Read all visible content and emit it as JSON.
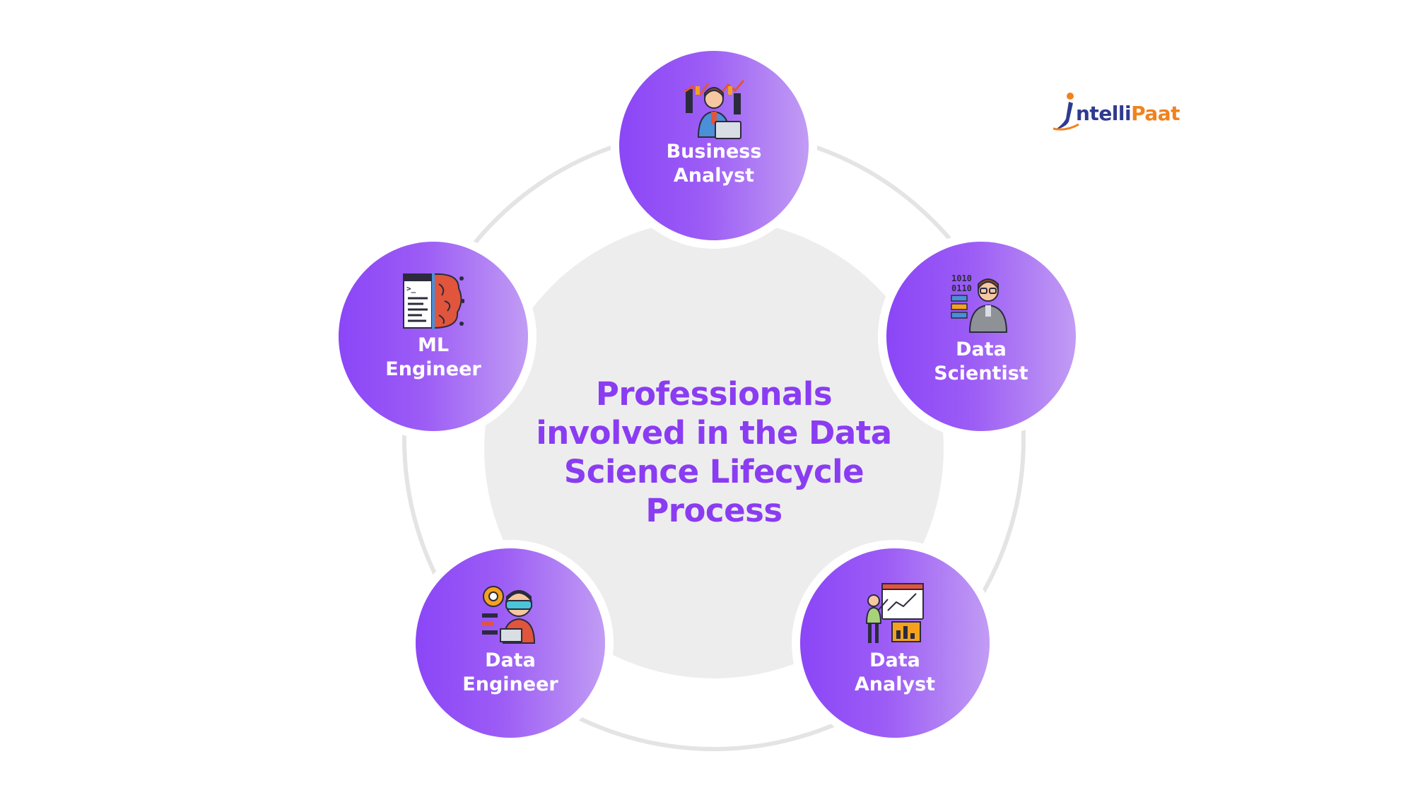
{
  "diagram": {
    "title": "Professionals involved in the Data Science Lifecycle Process",
    "roles": [
      {
        "id": "business-analyst",
        "label": "Business\nAnalyst",
        "icon": "business-analyst-icon"
      },
      {
        "id": "data-scientist",
        "label": "Data\nScientist",
        "icon": "data-scientist-icon"
      },
      {
        "id": "data-analyst",
        "label": "Data\nAnalyst",
        "icon": "data-analyst-icon"
      },
      {
        "id": "data-engineer",
        "label": "Data\nEngineer",
        "icon": "data-engineer-icon"
      },
      {
        "id": "ml-engineer",
        "label": "ML\nEngineer",
        "icon": "ml-engineer-icon"
      }
    ]
  },
  "brand": {
    "logo_text": "IntelliPaat",
    "logo_text_part_a": "ntelli",
    "logo_text_part_b": "Paat"
  },
  "colors": {
    "accent": "#8a3cf2",
    "circle_gradient_start": "#8b46f7",
    "circle_gradient_end": "#c19cf4",
    "center_disc": "#ededed",
    "ring": "#e4e4e4",
    "logo_navy": "#2f3a8f",
    "logo_orange": "#f0821e"
  }
}
